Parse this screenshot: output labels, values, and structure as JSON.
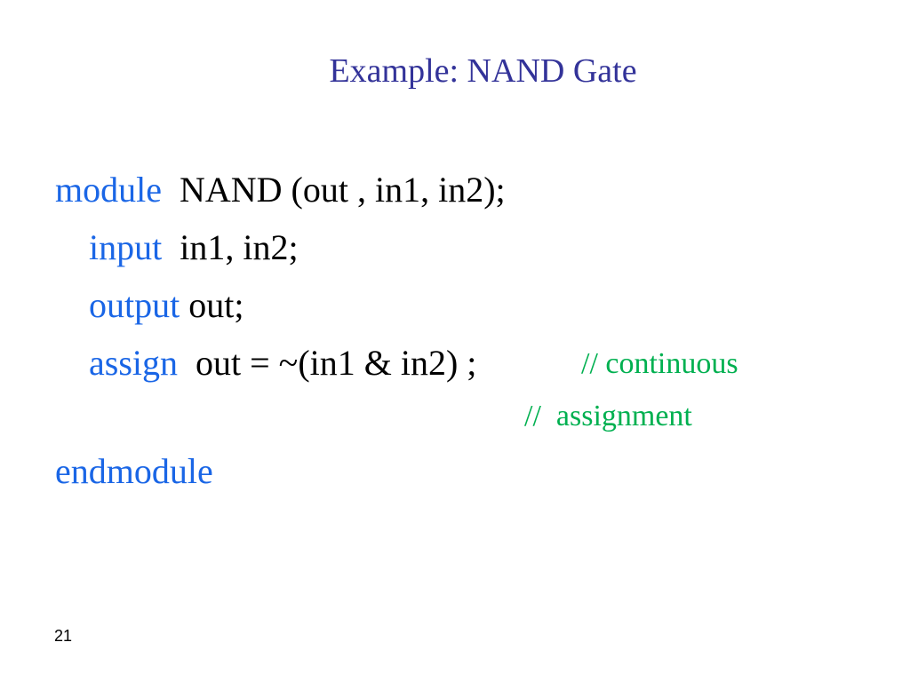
{
  "slide": {
    "title": "Example: NAND Gate",
    "page_number": "21"
  },
  "code": {
    "line1": {
      "keyword": "module",
      "text": "NAND (out , in1, in2);"
    },
    "line2": {
      "keyword": "input",
      "text": "in1, in2;"
    },
    "line3": {
      "keyword": "output",
      "text": "out;"
    },
    "line4": {
      "keyword": "assign",
      "text": "out = ~(in1 & in2) ;"
    },
    "comment1": "// continuous",
    "comment2": "//  assignment",
    "line5": {
      "keyword": "endmodule"
    }
  },
  "colors": {
    "title": "#333399",
    "keyword": "#1a66e6",
    "comment": "#00b050",
    "text": "#000000"
  }
}
